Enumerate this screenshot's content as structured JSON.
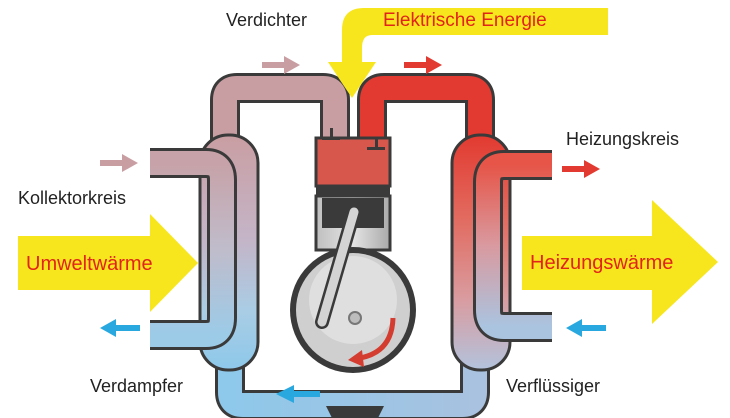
{
  "labels": {
    "compressor": "Verdichter",
    "electric_energy": "Elektrische Energie",
    "heating_circuit": "Heizungskreis",
    "collector_circuit": "Kollektorkreis",
    "ambient_heat": "Umweltwärme",
    "heating_heat": "Heizungswärme",
    "evaporator": "Verdampfer",
    "condenser": "Verflüssiger"
  },
  "colors": {
    "hot": "#e3342a",
    "warm_pink": "#c9a0a2",
    "cold": "#8ec6e3",
    "flow_blue": "#29a8e0",
    "energy_yellow": "#f7e61d",
    "energy_text": "#e2231a",
    "metal_dark": "#3c3c3c",
    "cylinder_red": "#d8574c"
  }
}
